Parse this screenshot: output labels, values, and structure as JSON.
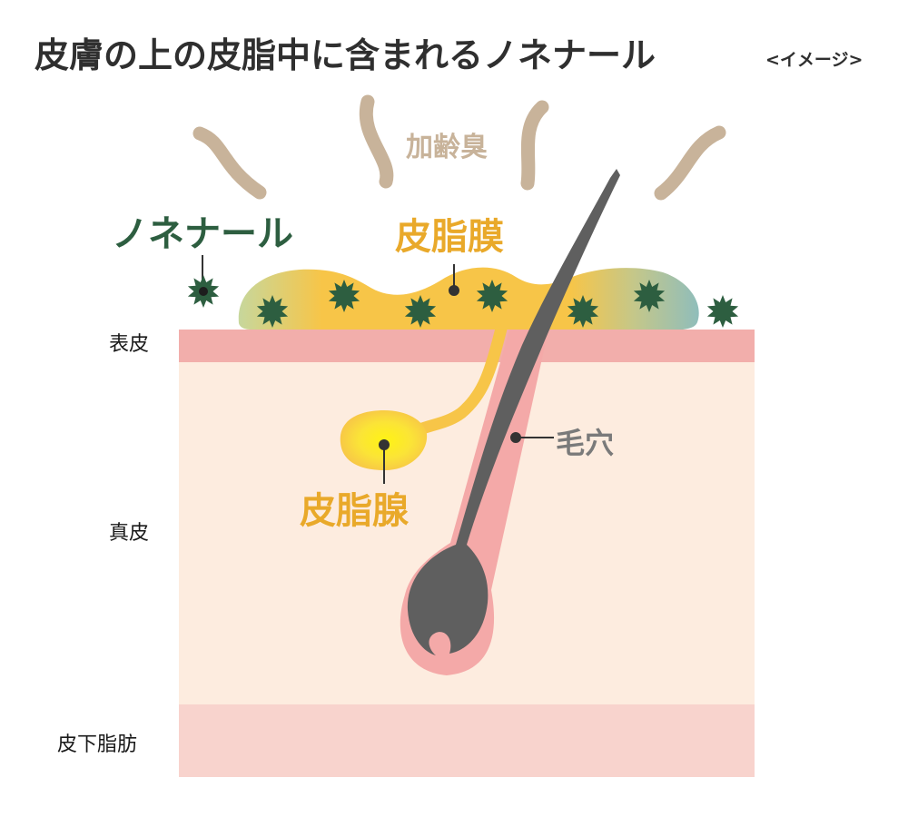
{
  "title": "皮膚の上の皮脂中に含まれるノネナール",
  "note": "<イメージ>",
  "labels": {
    "aging_odor": "加齢臭",
    "nonenal": "ノネナール",
    "sebum_film": "皮脂膜",
    "hair_pore": "毛穴",
    "sebaceous_gland": "皮脂腺"
  },
  "layers": {
    "epidermis": "表皮",
    "dermis": "真皮",
    "subcutaneous_fat": "皮下脂肪"
  },
  "colors": {
    "title": "#2f2f2f",
    "nonenal": "#2d5e40",
    "sebum": "#f7c548",
    "sebum_label": "#e9a92a",
    "odor": "#c8b39a",
    "hair": "#5f5f5f",
    "hair_label": "#7a7a7a",
    "epidermis": "#f2aeab",
    "dermis": "#fdecdf",
    "subcutaneous": "#f8d3cd",
    "gland_core": "#fff314"
  }
}
